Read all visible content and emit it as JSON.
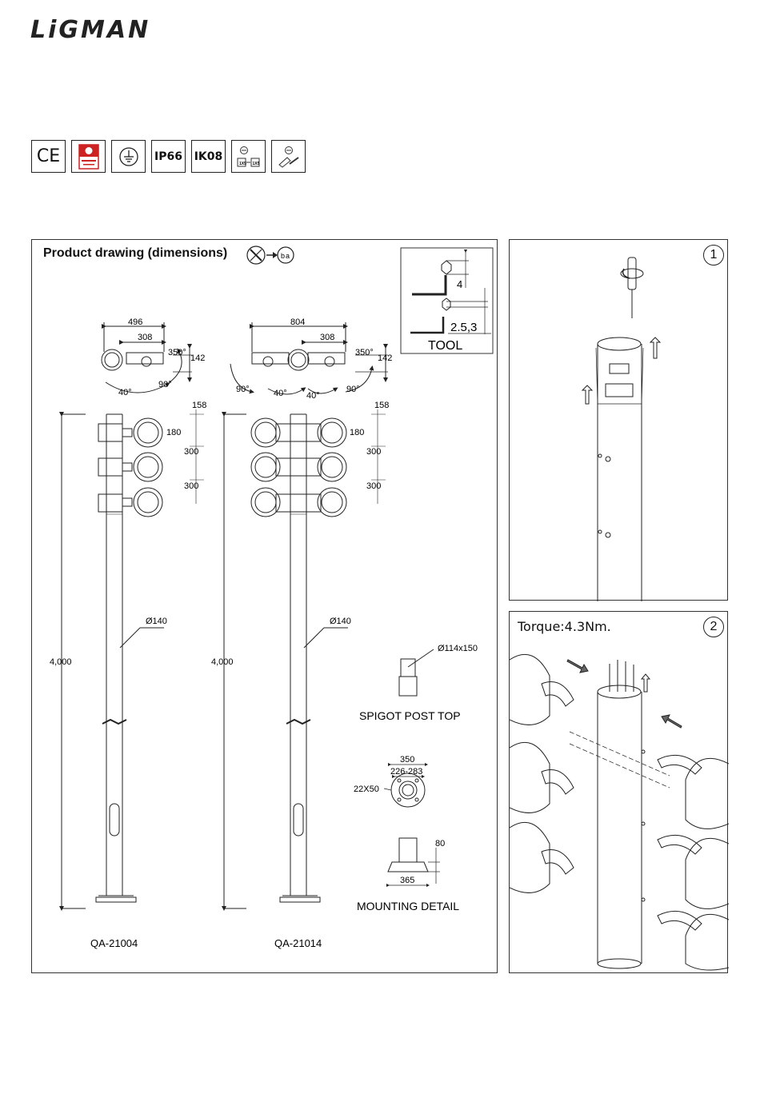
{
  "brand": "LiGMAN",
  "certifications": [
    {
      "name": "ce-mark",
      "label": "CE"
    },
    {
      "name": "quality-badge",
      "label": ""
    },
    {
      "name": "earth",
      "label": ""
    },
    {
      "name": "ip-rating",
      "label": "IP66"
    },
    {
      "name": "ik-rating",
      "label": "IK08"
    },
    {
      "name": "tools-a",
      "label": ""
    },
    {
      "name": "tools-b",
      "label": ""
    }
  ],
  "drawing": {
    "title": "Product drawing (dimensions)",
    "tool": {
      "hex_size": "4",
      "key_size": "2.5,3",
      "label": "TOOL"
    },
    "single": {
      "code": "QA-21004",
      "top_width": "496",
      "arm_width": "308",
      "rotation": "350°",
      "head_depth": "142",
      "angle_a": "40°",
      "angle_b": "90°",
      "gap_top": "158",
      "head_height": "180",
      "spacing_1": "300",
      "spacing_2": "300",
      "diameter": "Ø140",
      "height": "4,000"
    },
    "double": {
      "code": "QA-21014",
      "top_width": "804",
      "arm_width": "308",
      "rotation": "350°",
      "head_depth": "142",
      "angle_left": "90°",
      "angle_a": "40°",
      "angle_b": "40°",
      "angle_right": "90°",
      "gap_top": "158",
      "head_height": "180",
      "spacing_1": "300",
      "spacing_2": "300",
      "diameter": "Ø140",
      "height": "4,000"
    },
    "spigot": {
      "size": "Ø114x150",
      "label": "SPIGOT POST TOP"
    },
    "mounting": {
      "outer": "350",
      "pcd": "226-283",
      "slot": "22X50",
      "height": "80",
      "base": "365",
      "label": "MOUNTING DETAIL"
    }
  },
  "steps": [
    {
      "number": "1",
      "text": ""
    },
    {
      "number": "2",
      "text": "Torque:4.3Nm."
    }
  ]
}
